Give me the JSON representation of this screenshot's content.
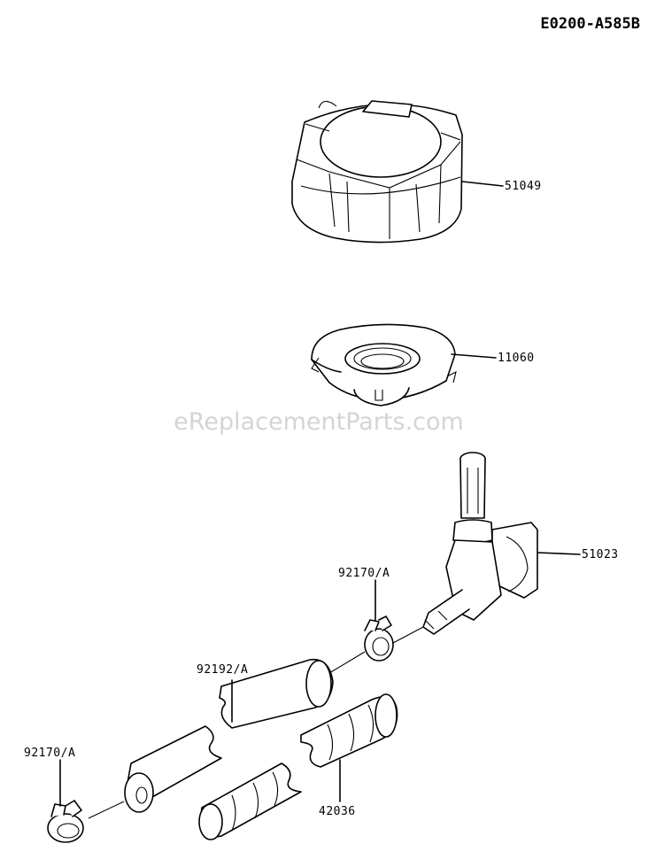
{
  "diagram": {
    "code": "E0200-A585B",
    "watermark": "eReplacementParts.com",
    "parts": [
      {
        "id": "cap",
        "label": "51049"
      },
      {
        "id": "filler-neck",
        "label": "11060"
      },
      {
        "id": "fuel-valve",
        "label": "51023"
      },
      {
        "id": "clamp-upper",
        "label": "92170/A"
      },
      {
        "id": "hose",
        "label": "92192/A"
      },
      {
        "id": "clamp-lower",
        "label": "92170/A"
      },
      {
        "id": "protector-tube",
        "label": "42036"
      }
    ]
  }
}
